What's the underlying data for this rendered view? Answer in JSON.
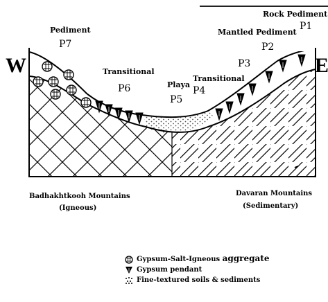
{
  "diagram": {
    "west_label": "W",
    "east_label": "E",
    "units": [
      {
        "code": "P1",
        "name": "Rock Pediment"
      },
      {
        "code": "P2",
        "name": "Mantled Pediment"
      },
      {
        "code": "P3",
        "name": ""
      },
      {
        "code": "P4",
        "name": "Transitional"
      },
      {
        "code": "P5",
        "name": "Playa"
      },
      {
        "code": "P6",
        "name": "Transitional"
      },
      {
        "code": "P7",
        "name": "Pediment"
      }
    ],
    "mountains": {
      "west": {
        "name": "Badhakhtkooh Mountains",
        "type": "(Igneous)"
      },
      "east": {
        "name": "Davaran Mountains",
        "type": "(Sedimentary)"
      }
    }
  },
  "legend": {
    "items": [
      {
        "icon": "aggregate-circle-icon",
        "label": "Gypsum-Salt-Igneous",
        "extra": "aggregate"
      },
      {
        "icon": "pendant-icon",
        "label": "Gypsum pendant",
        "extra": ""
      },
      {
        "icon": "fine-soil-icon",
        "label": "Fine-textured soils & sediments",
        "extra": ""
      }
    ]
  },
  "colors": {
    "ink": "#000000",
    "background": "#ffffff",
    "playa_dots": "#555555"
  }
}
